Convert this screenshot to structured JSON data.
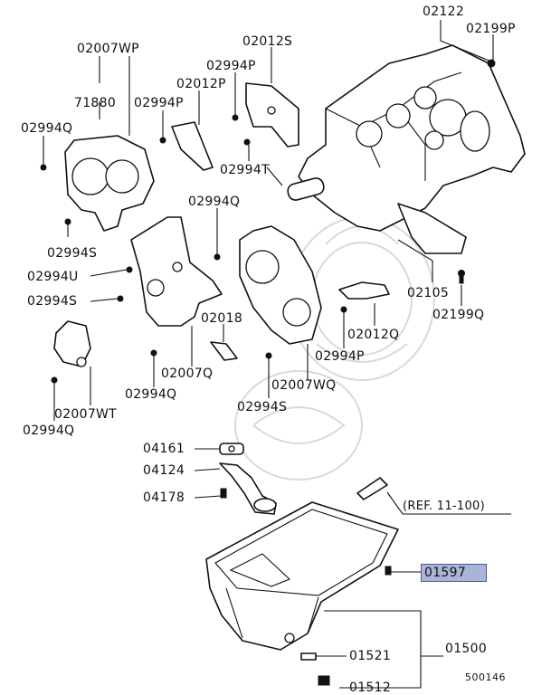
{
  "labels": {
    "p02122": "02122",
    "p02199P": "02199P",
    "p02007WP": "02007WP",
    "p02012S": "02012S",
    "p02994P_a": "02994P",
    "p02012P": "02012P",
    "p71880": "71880",
    "p02994P_b": "02994P",
    "p02994Q_a": "02994Q",
    "p02994T": "02994T",
    "p02994S_a": "02994S",
    "p02994Q_b": "02994Q",
    "p02994U": "02994U",
    "p02994S_b": "02994S",
    "p02105": "02105",
    "p02199Q": "02199Q",
    "p02012Q": "02012Q",
    "p02018": "02018",
    "p02994P_c": "02994P",
    "p02007Q": "02007Q",
    "p02007WQ": "02007WQ",
    "p02994Q_c": "02994Q",
    "p02994S_c": "02994S",
    "p02007WT": "02007WT",
    "p02994Q_d": "02994Q",
    "p04161": "04161",
    "p04124": "04124",
    "p04178": "04178",
    "ref": "(REF. 11-100)",
    "p01597": "01597",
    "p01521": "01521",
    "p01500": "01500",
    "p01512": "01512",
    "diagram_number": "500146"
  },
  "highlight_color": "#aab4d8"
}
